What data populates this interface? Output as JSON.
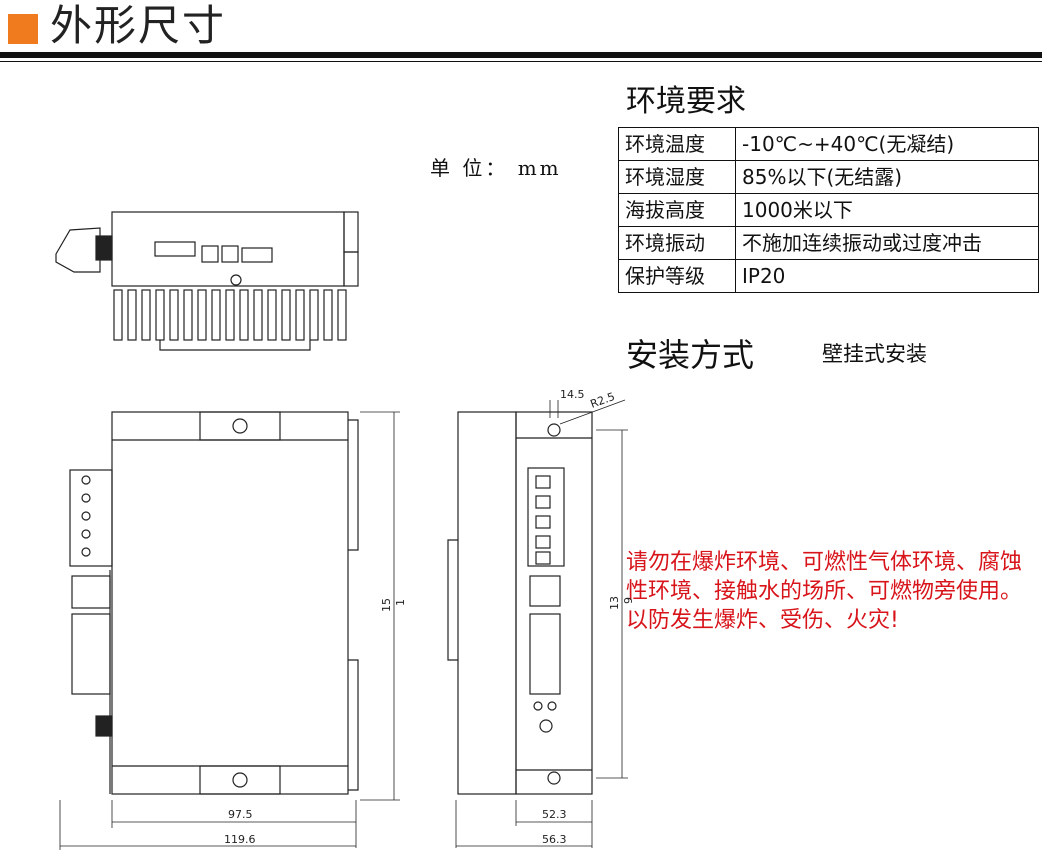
{
  "header": {
    "title": "外形尺寸"
  },
  "unit": "单 位： mm",
  "environment": {
    "title": "环境要求",
    "rows": [
      {
        "key": "环境温度",
        "value": "-10℃~+40℃(无凝结)"
      },
      {
        "key": "环境湿度",
        "value": "85%以下(无结露)"
      },
      {
        "key": "海拔高度",
        "value": "1000米以下"
      },
      {
        "key": "环境振动",
        "value": "不施加连续振动或过度冲击"
      },
      {
        "key": "保护等级",
        "value": "IP20"
      }
    ]
  },
  "installation": {
    "title": "安装方式",
    "value": "壁挂式安装"
  },
  "warning": "请勿在爆炸环境、可燃性气体环境、腐蚀性环境、接触水的场所、可燃物旁使用。以防发生爆炸、受伤、火灾!",
  "dimensions": {
    "front_width_inner": "97.5",
    "front_width_outer": "119.6",
    "front_height_a": "15",
    "front_height_b": "1",
    "side_depth_inner": "52.3",
    "side_depth_outer": "56.3",
    "side_height_a": "13",
    "side_height_b": "9",
    "slot_width": "14.5",
    "slot_radius": "R2.5"
  }
}
